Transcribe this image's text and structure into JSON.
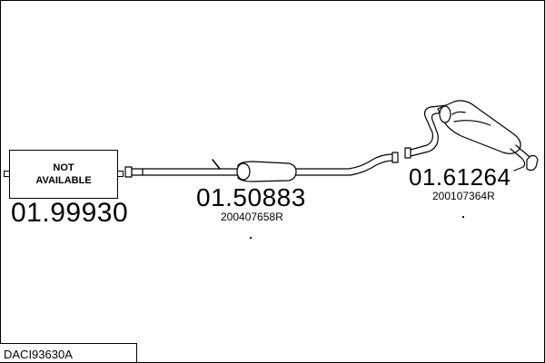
{
  "diagram": {
    "model_code": "DACI93630A",
    "parts": [
      {
        "part_number": "01.99930",
        "oem_number": "",
        "availability": "NOT\nAVAILABLE"
      },
      {
        "part_number": "01.50883",
        "oem_number": "200407658R"
      },
      {
        "part_number": "01.61264",
        "oem_number": "200107364R"
      }
    ]
  }
}
